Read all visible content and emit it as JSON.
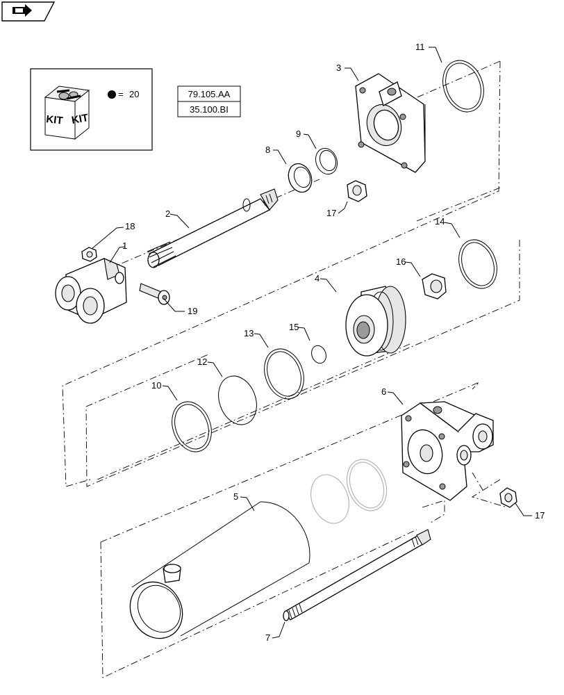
{
  "header": {
    "nav_icon": "next-page-arrow-icon"
  },
  "kit_box": {
    "kit_label_left": "KIT",
    "kit_label_right": "KIT",
    "legend_symbol": "filled-circle",
    "legend_equals": "=",
    "legend_number": "20"
  },
  "reference_codes": [
    "79.105.AA",
    "35.100.BI"
  ],
  "callouts": {
    "c1": "1",
    "c2": "2",
    "c3": "3",
    "c4": "4",
    "c5": "5",
    "c6": "6",
    "c7": "7",
    "c8": "8",
    "c9": "9",
    "c10": "10",
    "c11": "11",
    "c12": "12",
    "c13": "13",
    "c14": "14",
    "c15": "15",
    "c16": "16",
    "c17a": "17",
    "c17b": "17",
    "c18": "18",
    "c19": "19"
  }
}
